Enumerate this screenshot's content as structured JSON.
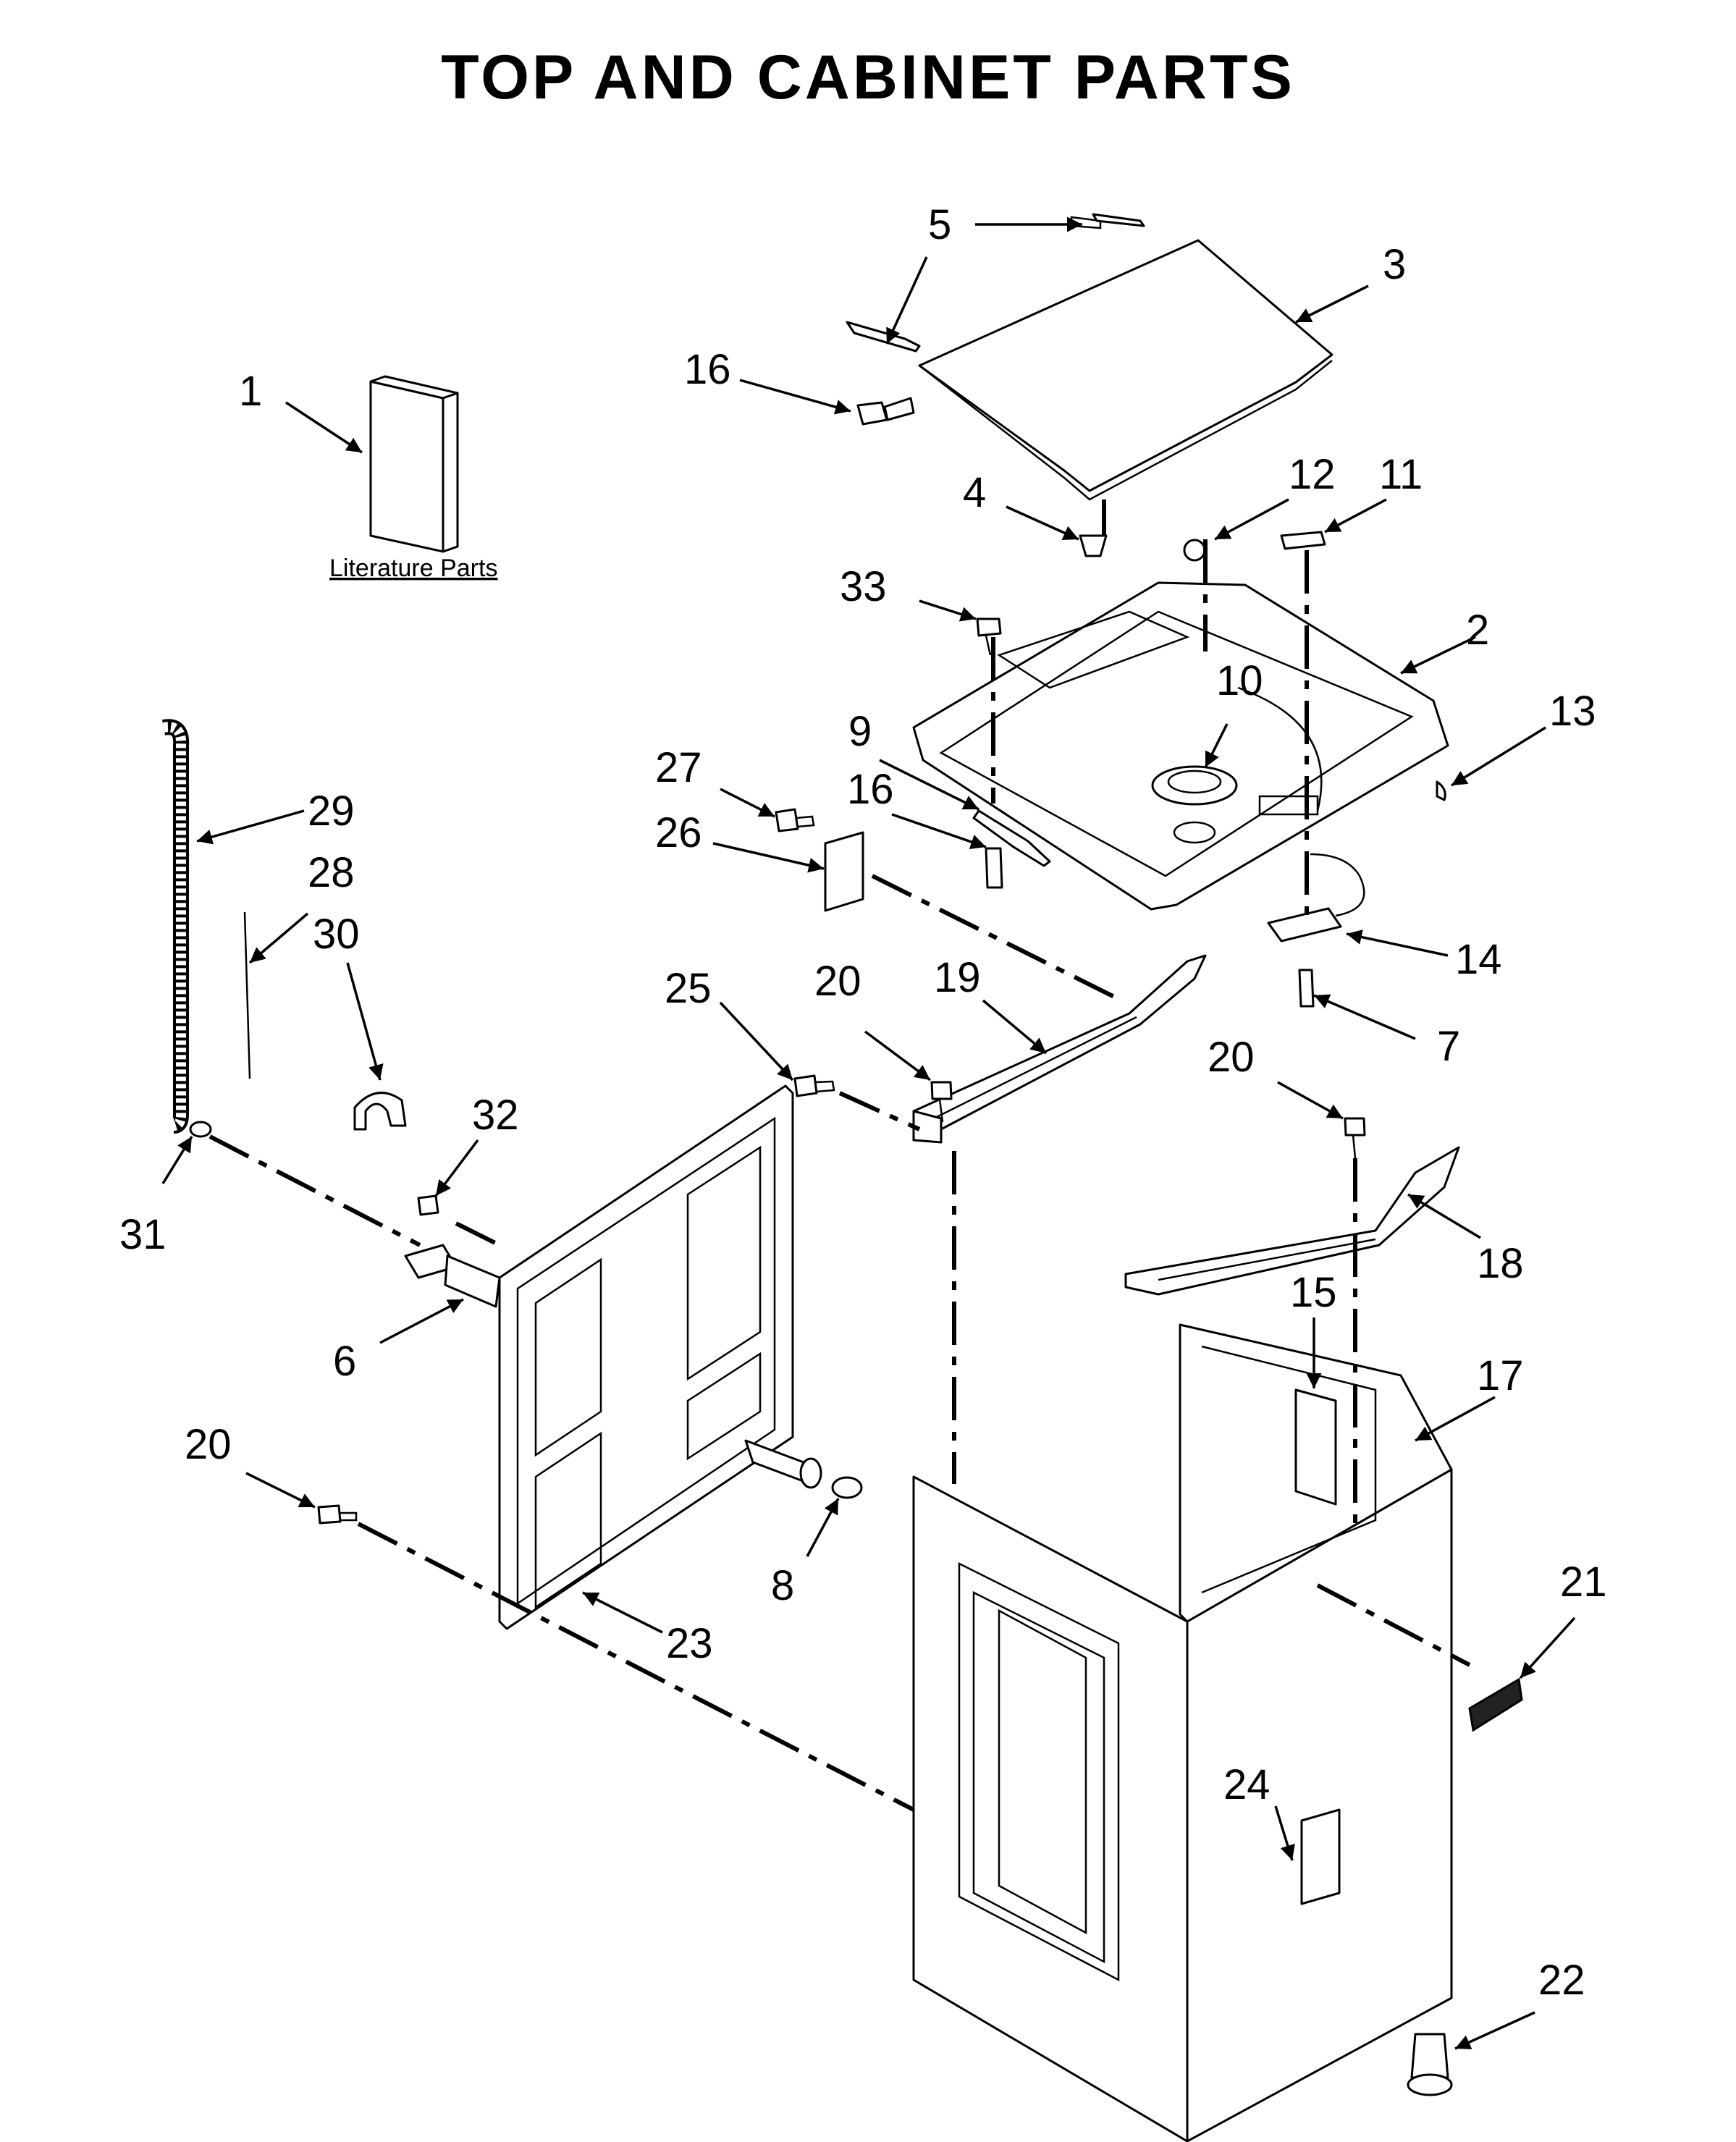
{
  "title": "TOP AND CABINET PARTS",
  "literature_label": "Literature Parts",
  "callouts": {
    "c1": "1",
    "c2": "2",
    "c3": "3",
    "c4": "4",
    "c5": "5",
    "c6": "6",
    "c7": "7",
    "c8": "8",
    "c9": "9",
    "c10": "10",
    "c11": "11",
    "c12": "12",
    "c13": "13",
    "c14": "14",
    "c15": "15",
    "c16a": "16",
    "c16b": "16",
    "c17": "17",
    "c18": "18",
    "c19": "19",
    "c20a": "20",
    "c20b": "20",
    "c20c": "20",
    "c21": "21",
    "c22": "22",
    "c23": "23",
    "c24": "24",
    "c25": "25",
    "c26": "26",
    "c27": "27",
    "c28": "28",
    "c29": "29",
    "c30": "30",
    "c31": "31",
    "c32": "32",
    "c33": "33"
  }
}
